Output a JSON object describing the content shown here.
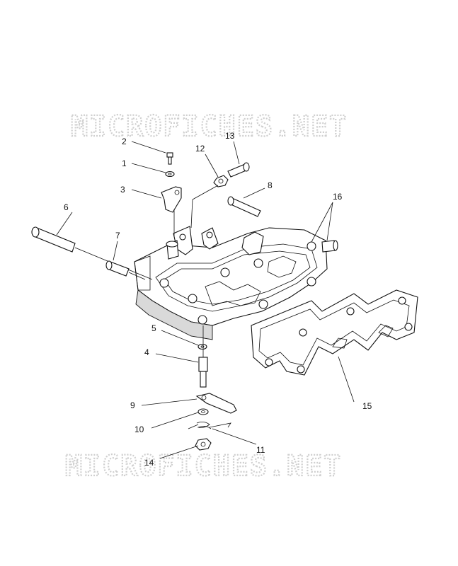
{
  "watermark": {
    "text_top": "MICROFICHES.NET",
    "text_bottom": "MICROFICHES.NET"
  },
  "callouts": {
    "c1": "1",
    "c2": "2",
    "c3": "3",
    "c4": "4",
    "c5": "5",
    "c6": "6",
    "c7": "7",
    "c8": "8",
    "c9": "9",
    "c10": "10",
    "c11": "11",
    "c12": "12",
    "c13": "13",
    "c14": "14",
    "c15": "15",
    "c16": "16"
  },
  "colors": {
    "line": "#111111",
    "watermark": "#cfcfcf",
    "background": "#ffffff"
  }
}
